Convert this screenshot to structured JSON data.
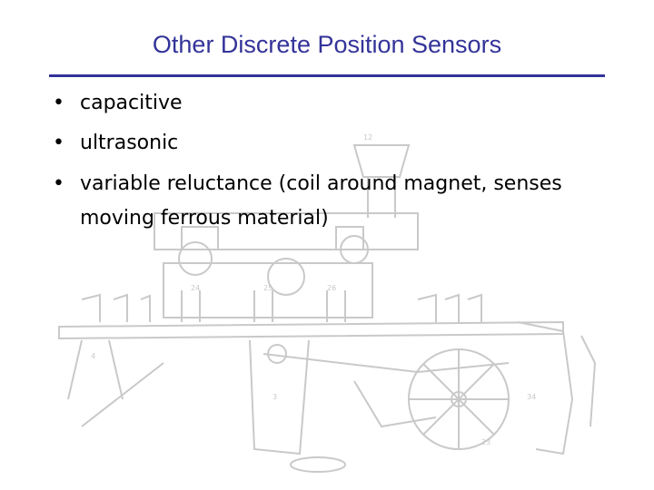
{
  "slide": {
    "title": "Other Discrete Position Sensors",
    "bullets": [
      "capacitive",
      "ultrasonic",
      "variable reluctance (coil around magnet, senses moving ferrous material)"
    ],
    "bullet_glyph": "•"
  },
  "colors": {
    "title": "#333399",
    "rule": "#333399",
    "drawing_ink": "#c9c9c9"
  },
  "background_image": {
    "icon": "patent-machine-drawing-icon"
  }
}
